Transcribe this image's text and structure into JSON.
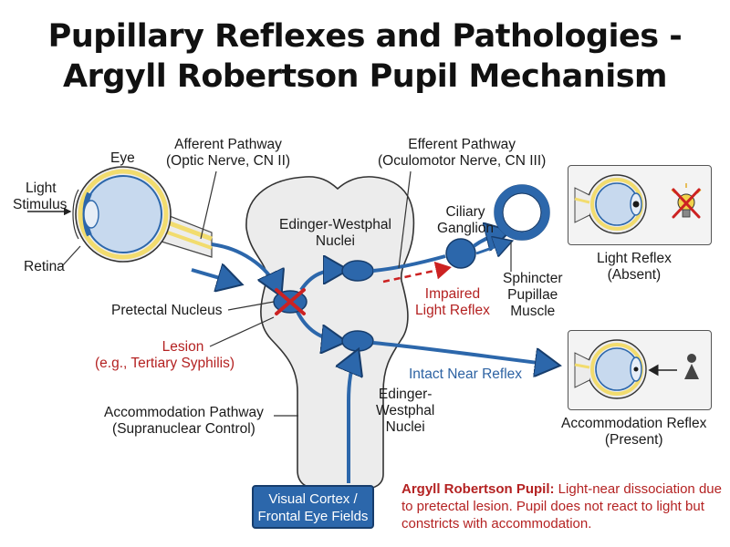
{
  "title": {
    "line1": "Pupillary Reflexes and Pathologies -",
    "line2": "Argyll Robertson Pupil Mechanism"
  },
  "labels": {
    "eye": "Eye",
    "light_stimulus_1": "Light",
    "light_stimulus_2": "Stimulus",
    "retina": "Retina",
    "afferent_1": "Afferent Pathway",
    "afferent_2": "(Optic Nerve, CN II)",
    "efferent_1": "Efferent Pathway",
    "efferent_2": "(Oculomotor Nerve, CN III)",
    "ew_upper_1": "Edinger-Westphal",
    "ew_upper_2": "Nuclei",
    "ciliary_1": "Ciliary",
    "ciliary_2": "Ganglion",
    "sphincter_1": "Sphincter",
    "sphincter_2": "Pupillae",
    "sphincter_3": "Muscle",
    "impaired_1": "Impaired",
    "impaired_2": "Light Reflex",
    "pretectal": "Pretectal Nucleus",
    "lesion_1": "Lesion",
    "lesion_2": "(e.g., Tertiary Syphilis)",
    "intact_near": "Intact Near Reflex",
    "ew_lower_1": "Edinger-",
    "ew_lower_2": "Westphal",
    "ew_lower_3": "Nuclei",
    "accom_path_1": "Accommodation Pathway",
    "accom_path_2": "(Supranuclear Control)",
    "light_reflex_1": "Light Reflex",
    "light_reflex_2": "(Absent)",
    "accom_reflex_1": "Accommodation Reflex",
    "accom_reflex_2": "(Present)",
    "cortex_1": "Visual Cortex /",
    "cortex_2": "Frontal Eye Fields"
  },
  "note": {
    "bold": "Argyll Robertson Pupil:",
    "text": " Light-near dissociation due to pretectal lesion. Pupil does not react to light but constricts with accommodation."
  },
  "colors": {
    "pathway_blue": "#2c67ab",
    "lesion_red": "#cc2222",
    "nerve_yellow": "#f2dc6e",
    "brainstem_gray": "#ececec"
  }
}
